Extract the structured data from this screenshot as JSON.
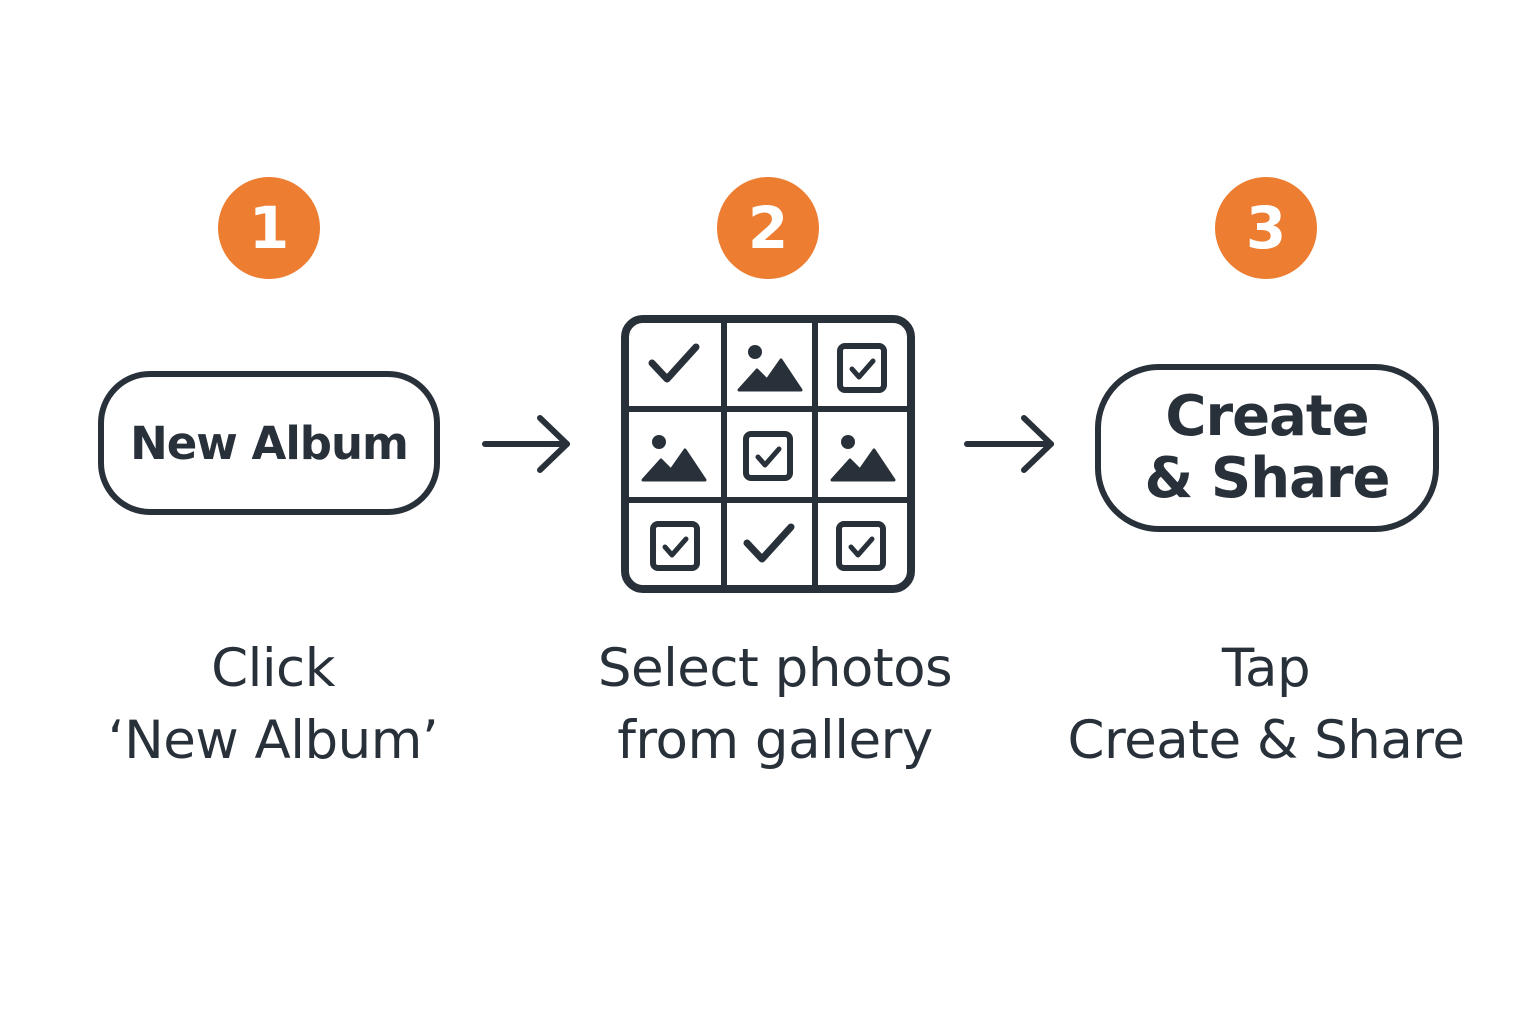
{
  "steps": [
    {
      "number": "1",
      "button_lines": [
        "New Album"
      ],
      "caption_lines": [
        "Click",
        "‘New Album’"
      ]
    },
    {
      "number": "2",
      "caption_lines": [
        "Select photos",
        "from gallery"
      ],
      "grid_cells": [
        "check-icon",
        "image-icon",
        "checkbox-icon",
        "image-icon",
        "checkbox-icon",
        "image-icon",
        "checkbox-icon",
        "check-icon",
        "checkbox-icon"
      ]
    },
    {
      "number": "3",
      "button_lines": [
        "Create",
        "& Share"
      ],
      "caption_lines": [
        "Tap",
        "Create & Share"
      ]
    }
  ],
  "arrows": [
    "arrow-right-icon",
    "arrow-right-icon"
  ],
  "colors": {
    "accent": "#ed7d31",
    "ink": "#283039",
    "background": "#ffffff"
  }
}
